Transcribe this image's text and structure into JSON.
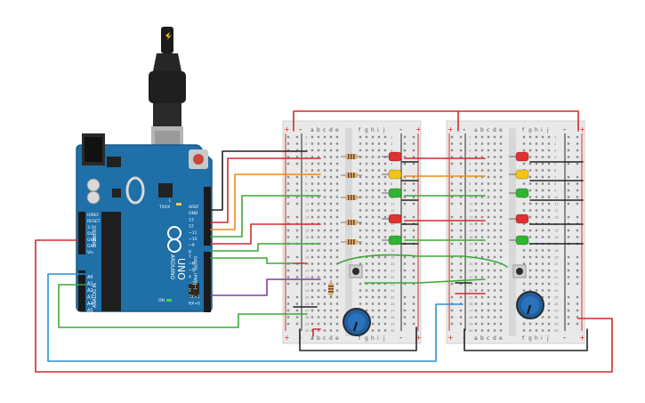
{
  "arduino": {
    "brand": "ARDUINO",
    "model": "UNO",
    "power_header_label": "POWER",
    "analog_header_label": "ANALOG IN",
    "digital_header_label": "DIGITAL (PWM~)",
    "power_pins": [
      "IOREF",
      "RESET",
      "3.3V",
      "5V",
      "GND",
      "GND",
      "Vin"
    ],
    "analog_pins": [
      "A0",
      "A1",
      "A2",
      "A3",
      "A4",
      "A5"
    ],
    "digital_top": [
      "AREF",
      "GND",
      "13",
      "12",
      "~11",
      "~10",
      "~9",
      "8"
    ],
    "digital_bottom": [
      "7",
      "~6",
      "~5",
      "4",
      "~3",
      "2",
      "TX>1",
      "RX<0"
    ],
    "led_labels": [
      "L",
      "TX",
      "RX"
    ],
    "on_label": "ON"
  },
  "breadboards": [
    {
      "name": "left",
      "top_cols_left": [
        "a",
        "b",
        "c",
        "d",
        "e"
      ],
      "top_cols_right": [
        "f",
        "g",
        "h",
        "i",
        "j"
      ],
      "rail_plus": "+",
      "rail_minus": "-",
      "row_numbers": [
        "1",
        "2",
        "3",
        "4",
        "5",
        "6",
        "7",
        "8",
        "9",
        "10",
        "11",
        "12",
        "13",
        "14",
        "15",
        "16",
        "17",
        "18",
        "19",
        "20",
        "21",
        "22",
        "23",
        "24",
        "25",
        "26",
        "27",
        "28",
        "29",
        "30"
      ]
    },
    {
      "name": "right",
      "top_cols_left": [
        "a",
        "b",
        "c",
        "d",
        "e"
      ],
      "top_cols_right": [
        "f",
        "g",
        "h",
        "i",
        "j"
      ],
      "rail_plus": "+",
      "rail_minus": "-",
      "row_numbers": [
        "1",
        "2",
        "3",
        "4",
        "5",
        "6",
        "7",
        "8",
        "9",
        "10",
        "11",
        "12",
        "13",
        "14",
        "15",
        "16",
        "17",
        "18",
        "19",
        "20",
        "21",
        "22",
        "23",
        "24",
        "25",
        "26",
        "27",
        "28",
        "29",
        "30"
      ]
    }
  ],
  "components": {
    "led_colors": [
      "#e03030",
      "#f0c419",
      "#2fb52f",
      "#e03030",
      "#2fb52f"
    ],
    "resistor_count": 6,
    "pushbutton_count": 2,
    "potentiometer_count": 2
  },
  "wire_colors": {
    "red": "#d42a2a",
    "black": "#222222",
    "orange": "#ef8a1a",
    "green": "#3aaa35",
    "purple": "#7b3fa0",
    "blue": "#2a8fd4",
    "board_blue": "#1f6fa8"
  }
}
